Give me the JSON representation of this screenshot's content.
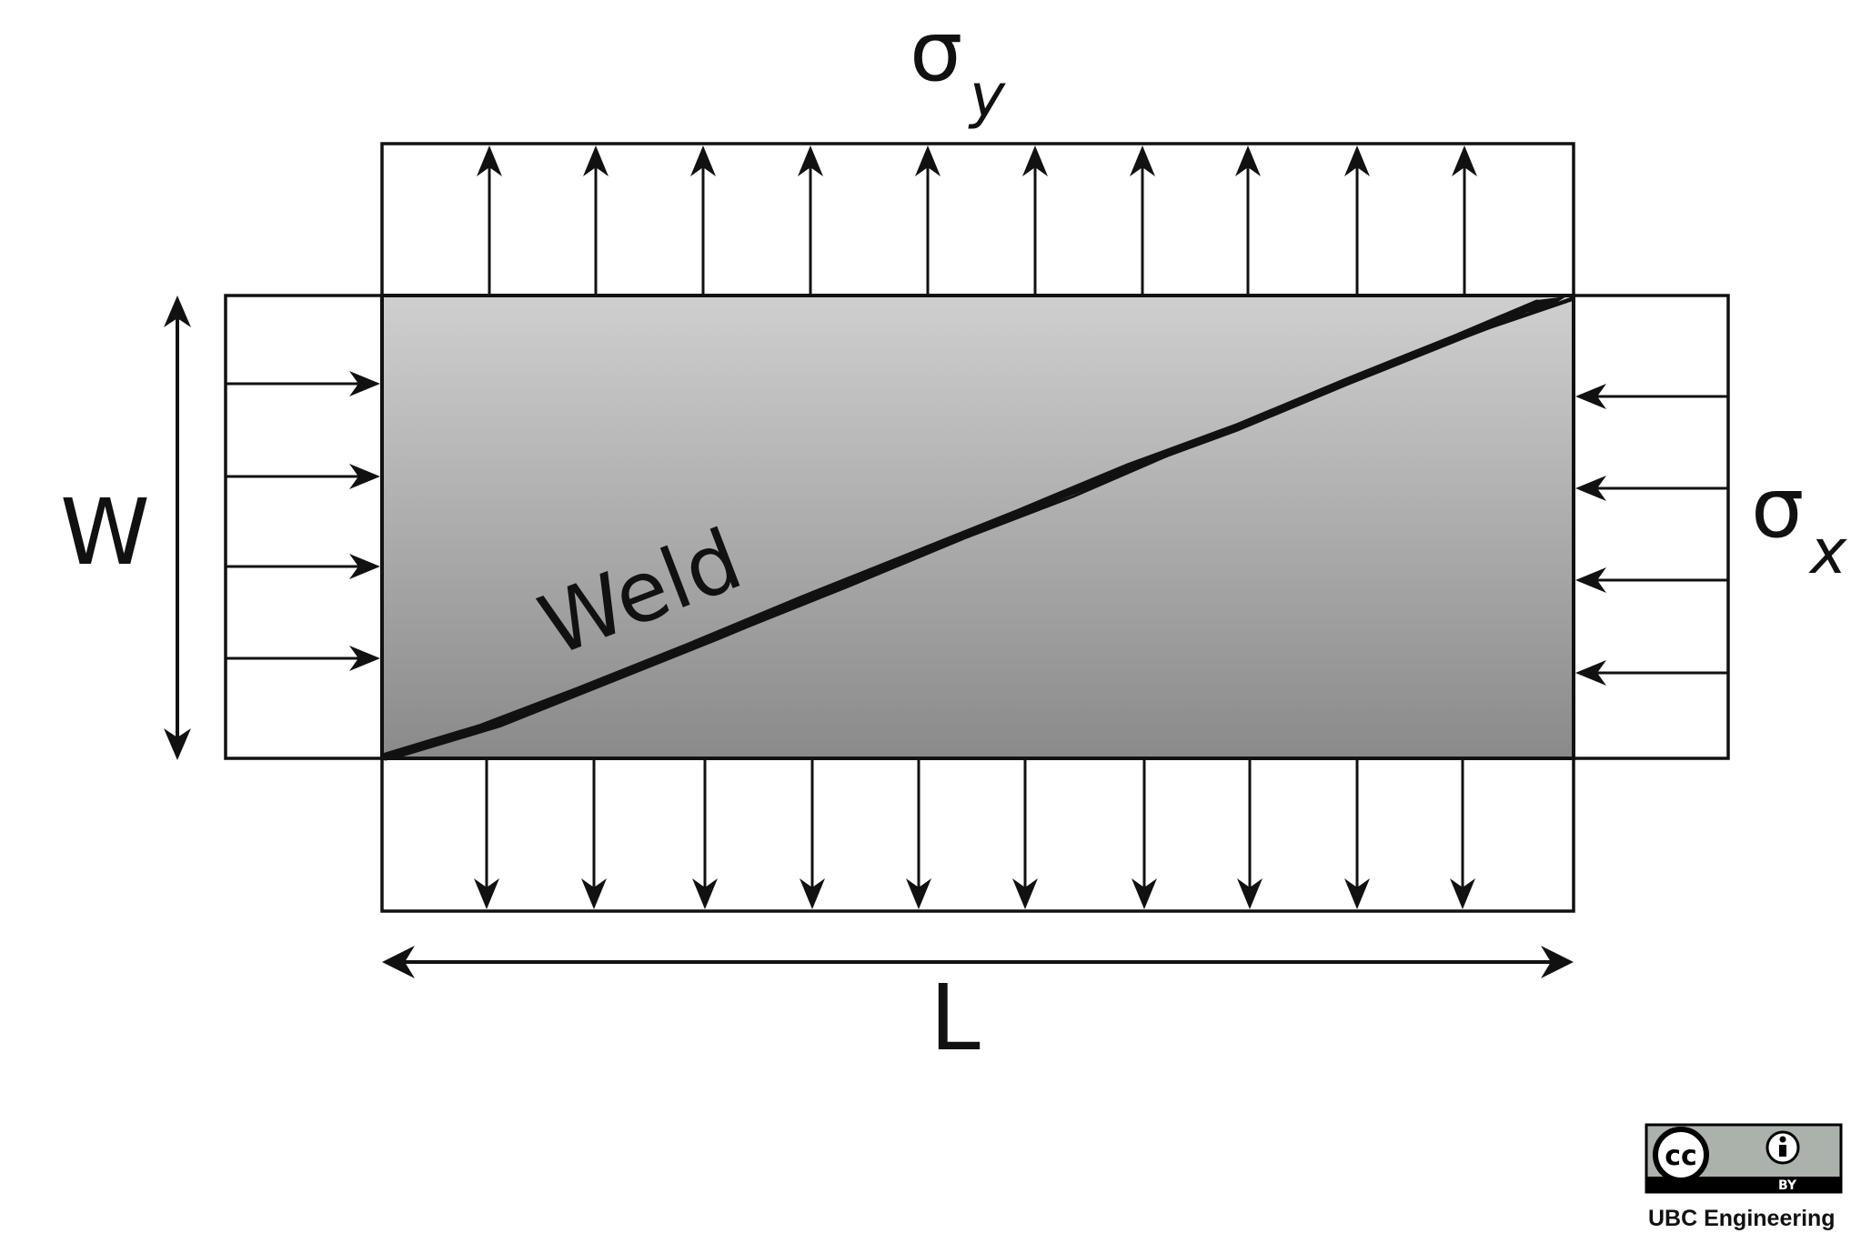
{
  "labels": {
    "sigma_y": "σ",
    "sigma_y_sub": "y",
    "sigma_x": "σ",
    "sigma_x_sub": "x",
    "width": "W",
    "length": "L",
    "weld": "Weld"
  },
  "license": {
    "cc_mark": "cc",
    "by_label": "BY",
    "credit": "UBC Engineering"
  },
  "colors": {
    "plate_top": "#cfcfcf",
    "plate_bottom": "#8a8a8a",
    "ink": "#111111"
  }
}
